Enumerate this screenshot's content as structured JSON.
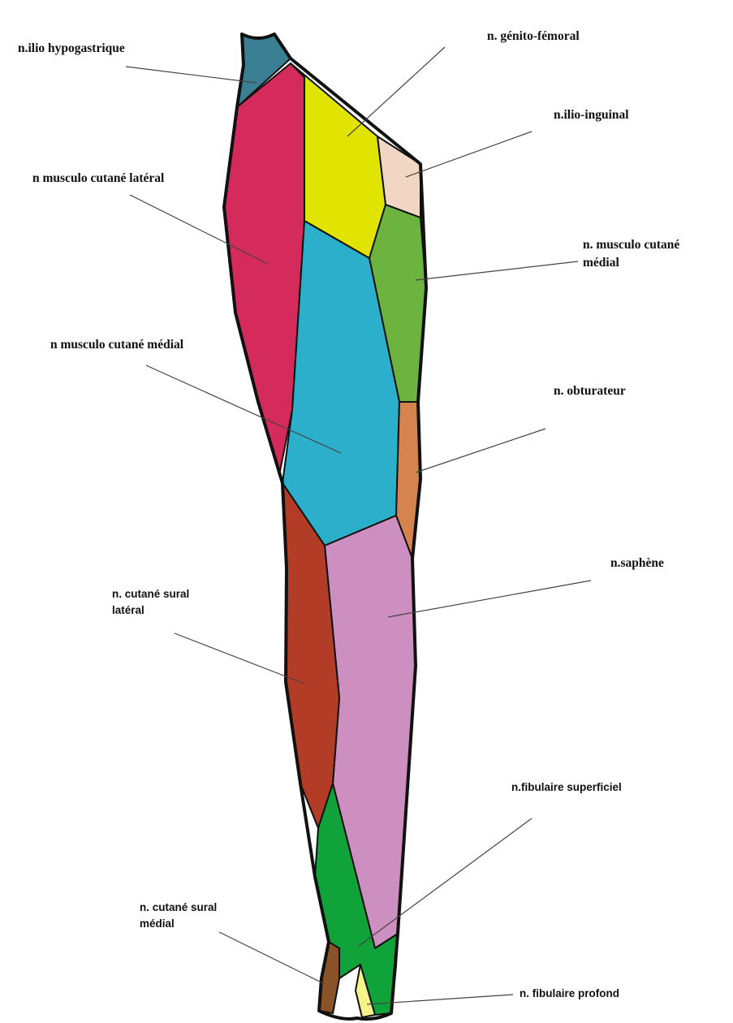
{
  "labels": {
    "ilio_hypogastrique": "n.ilio hypogastrique",
    "genito_femoral": "n. génito-fémoral",
    "ilio_inguinal": "n.ilio-inguinal",
    "musculo_cutane_lateral": "n musculo cutané latéral",
    "musculo_cutane_medial_right_1": "n. musculo cutané",
    "musculo_cutane_medial_right_2": "médial",
    "musculo_cutane_medial_left": "n musculo cutané médial",
    "obturateur": "n. obturateur",
    "saphene": "n.saphène",
    "cutane_sural_lateral_1": "n. cutané sural",
    "cutane_sural_lateral_2": "latéral",
    "fibulaire_superficiel": "n.fibulaire superficiel",
    "cutane_sural_medial_1": "n. cutané sural",
    "cutane_sural_medial_2": "médial",
    "fibulaire_profond": "n. fibulaire profond"
  },
  "colors": {
    "ilio_hypogastrique": "#3a7f93",
    "musculo_cutane_lateral": "#d42a5c",
    "genito_femoral": "#e0e400",
    "ilio_inguinal": "#f1d6c4",
    "musculo_cutane_medial_thigh": "#6db33f",
    "musculo_cutane_medial_front": "#2bafca",
    "obturateur": "#d5834f",
    "saphene": "#cc8fbf",
    "cutane_sural_lateral": "#b33c26",
    "fibulaire_superficiel": "#0fa33a",
    "cutane_sural_medial": "#8a5327",
    "fibulaire_profond": "#f4f48a"
  }
}
